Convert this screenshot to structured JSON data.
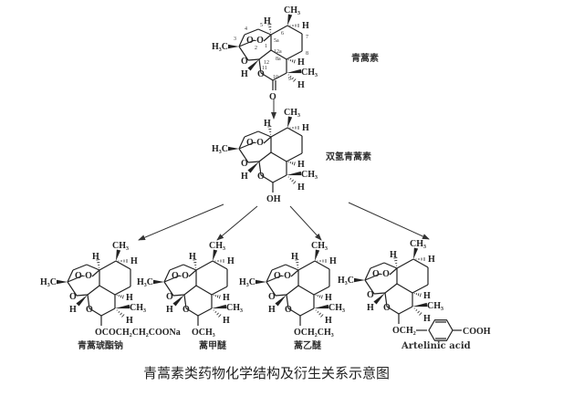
{
  "caption": "青蒿素类药物化学结构及衍生关系示意图",
  "compounds": {
    "artemisinin": {
      "name": "青蒿素",
      "terminal": "O"
    },
    "dihydroartemisinin": {
      "name": "双氢青蒿素",
      "terminal": "OH"
    },
    "artesunate": {
      "name": "青蒿琥酯钠",
      "terminal": "OCOCH₂CH₂COONa"
    },
    "artemether": {
      "name": "蒿甲醚",
      "terminal": "OCH₃"
    },
    "arteether": {
      "name": "蒿乙醚",
      "terminal": "OCH₂CH₃"
    },
    "artelinic": {
      "name": "Artelinic acid",
      "terminal": "OCH₂",
      "ring_substituent": "COOH"
    }
  },
  "groups": {
    "ch3": "CH₃",
    "h3c": "H₃C",
    "h": "H",
    "peroxide": "O-O",
    "o": "O"
  },
  "atom_numbers": [
    "1",
    "2",
    "3",
    "4",
    "5",
    "5a",
    "6",
    "7",
    "8",
    "8a",
    "9",
    "10",
    "11",
    "12",
    "12a"
  ]
}
